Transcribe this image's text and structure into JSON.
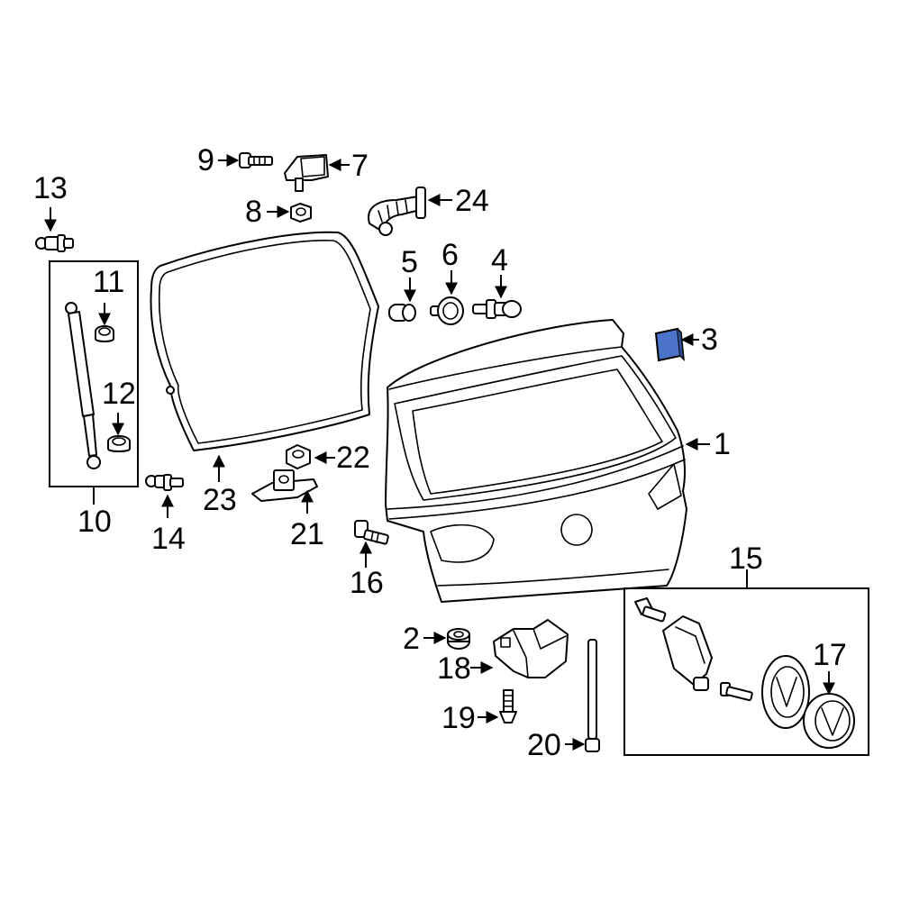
{
  "diagram": {
    "callouts": {
      "c1": "1",
      "c2": "2",
      "c3": "3",
      "c4": "4",
      "c5": "5",
      "c6": "6",
      "c7": "7",
      "c8": "8",
      "c9": "9",
      "c10": "10",
      "c11": "11",
      "c12": "12",
      "c13": "13",
      "c14": "14",
      "c15": "15",
      "c16": "16",
      "c17": "17",
      "c18": "18",
      "c19": "19",
      "c20": "20",
      "c21": "21",
      "c22": "22",
      "c23": "23",
      "c24": "24"
    },
    "highlight_color": "#4a73c9",
    "highlighted_part": "3"
  }
}
